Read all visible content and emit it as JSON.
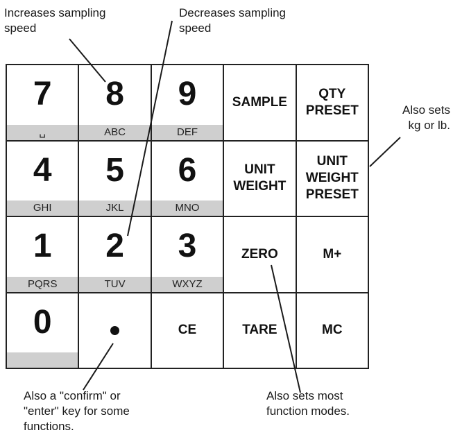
{
  "annotations": {
    "top_left": "Increases sampling\nspeed",
    "top_center": "Decreases sampling\nspeed",
    "right": "Also sets\nkg or lb.",
    "bottom_left": "Also a \"confirm\" or\n\"enter\" key for some\nfunctions.",
    "bottom_right": "Also sets most\nfunction modes."
  },
  "keys": {
    "k7": {
      "digit": "7",
      "letters": "␣"
    },
    "k8": {
      "digit": "8",
      "letters": "ABC"
    },
    "k9": {
      "digit": "9",
      "letters": "DEF"
    },
    "k4": {
      "digit": "4",
      "letters": "GHI"
    },
    "k5": {
      "digit": "5",
      "letters": "JKL"
    },
    "k6": {
      "digit": "6",
      "letters": "MNO"
    },
    "k1": {
      "digit": "1",
      "letters": "PQRS"
    },
    "k2": {
      "digit": "2",
      "letters": "TUV"
    },
    "k3": {
      "digit": "3",
      "letters": "WXYZ"
    },
    "k0": {
      "digit": "0",
      "letters": ""
    },
    "sample": "SAMPLE",
    "qty_preset": "QTY\nPRESET",
    "unit_weight": "UNIT\nWEIGHT",
    "unit_weight_preset": "UNIT\nWEIGHT\nPRESET",
    "zero": "ZERO",
    "m_plus": "M+",
    "ce": "CE",
    "tare": "TARE",
    "mc": "MC"
  }
}
